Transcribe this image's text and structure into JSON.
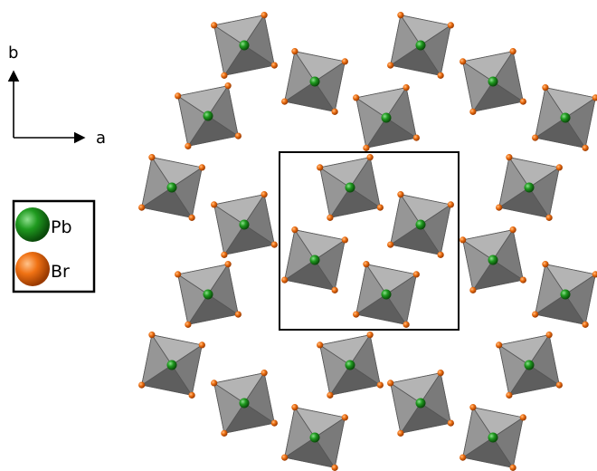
{
  "axes": {
    "a_label": "a",
    "b_label": "b"
  },
  "legend": {
    "items": [
      {
        "label": "Pb",
        "color": "#1d8a1d"
      },
      {
        "label": "Br",
        "color": "#ee6a10"
      }
    ]
  },
  "structure": {
    "octahedron_face_colors": [
      "#5e5e5e",
      "#7a7a7a",
      "#969696",
      "#b4b4b4"
    ],
    "pb_color": "#1d8a1d",
    "br_color": "#ee6a10",
    "unit_cell_color": "#000000"
  }
}
